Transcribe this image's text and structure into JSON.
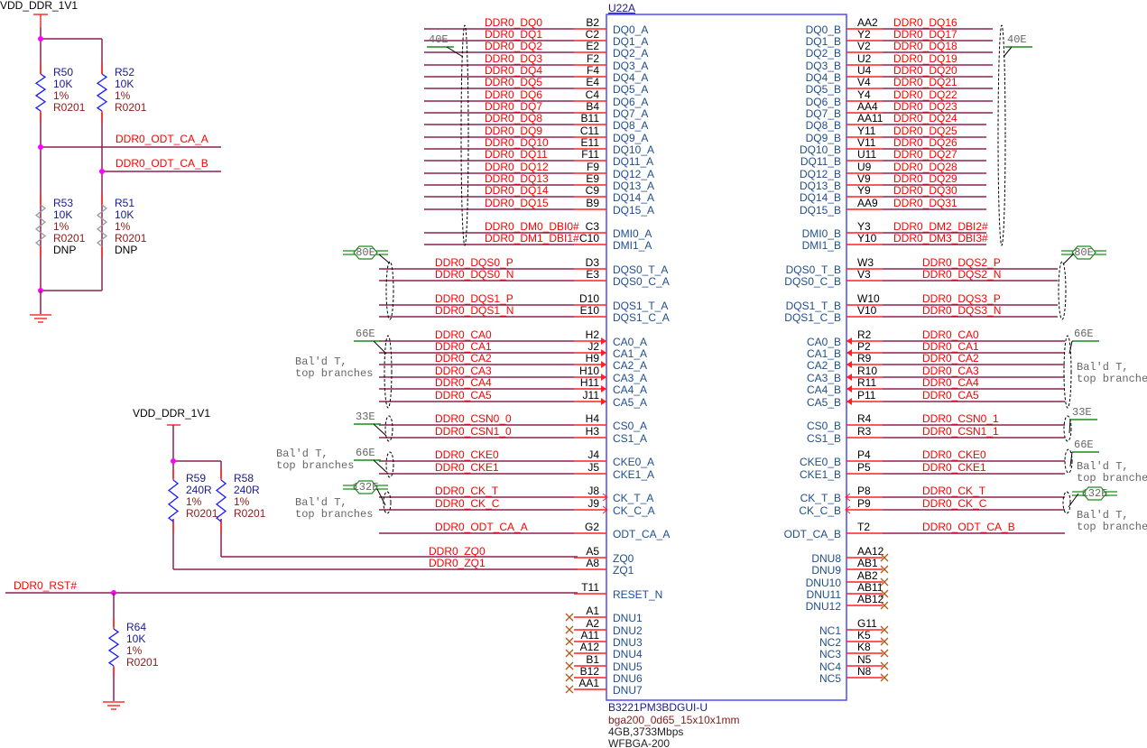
{
  "colors": {
    "wire": "#8b2252",
    "pin": "#ff2020",
    "net_label": "#ff0000",
    "pin_name": "#1f4e8c",
    "body": "#4a4aff",
    "junction": "#ff00ff",
    "refdes": "#1a1a8c",
    "value_red": "#8b1a1a",
    "resistor_active": "#1a1aff",
    "resistor_dnp": "#999999",
    "dnc_x": "#b05a1a",
    "impedance": "#1a8c1a",
    "annotation": "#666666",
    "text": "#000000"
  },
  "ic": {
    "refdes": "U22A",
    "part_number": "B3221PM3BDGUI-U",
    "footprint": "bga200_0d65_15x10x1mm",
    "description": "4GB,3733Mbps",
    "package": "WFBGA-200",
    "left_pins": [
      {
        "pin": "B2",
        "name": "DQ0_A",
        "net": "DDR0_DQ0"
      },
      {
        "pin": "C2",
        "name": "DQ1_A",
        "net": "DDR0_DQ1"
      },
      {
        "pin": "E2",
        "name": "DQ2_A",
        "net": "DDR0_DQ2"
      },
      {
        "pin": "F2",
        "name": "DQ3_A",
        "net": "DDR0_DQ3"
      },
      {
        "pin": "F4",
        "name": "DQ4_A",
        "net": "DDR0_DQ4"
      },
      {
        "pin": "E4",
        "name": "DQ5_A",
        "net": "DDR0_DQ5"
      },
      {
        "pin": "C4",
        "name": "DQ6_A",
        "net": "DDR0_DQ6"
      },
      {
        "pin": "B4",
        "name": "DQ7_A",
        "net": "DDR0_DQ7"
      },
      {
        "pin": "B11",
        "name": "DQ8_A",
        "net": "DDR0_DQ8"
      },
      {
        "pin": "C11",
        "name": "DQ9_A",
        "net": "DDR0_DQ9"
      },
      {
        "pin": "E11",
        "name": "DQ10_A",
        "net": "DDR0_DQ10"
      },
      {
        "pin": "F11",
        "name": "DQ11_A",
        "net": "DDR0_DQ11"
      },
      {
        "pin": "F9",
        "name": "DQ12_A",
        "net": "DDR0_DQ12"
      },
      {
        "pin": "E9",
        "name": "DQ13_A",
        "net": "DDR0_DQ13"
      },
      {
        "pin": "C9",
        "name": "DQ14_A",
        "net": "DDR0_DQ14"
      },
      {
        "pin": "B9",
        "name": "DQ15_A",
        "net": "DDR0_DQ15"
      },
      {
        "pin": "C3",
        "name": "DMI0_A",
        "net": "DDR0_DM0_DBI0#"
      },
      {
        "pin": "C10",
        "name": "DMI1_A",
        "net": "DDR0_DM1_DBI1#"
      },
      {
        "pin": "D3",
        "name": "DQS0_T_A",
        "net": "DDR0_DQS0_P"
      },
      {
        "pin": "E3",
        "name": "DQS0_C_A",
        "net": "DDR0_DQS0_N"
      },
      {
        "pin": "D10",
        "name": "DQS1_T_A",
        "net": "DDR0_DQS1_P"
      },
      {
        "pin": "E10",
        "name": "DQS1_C_A",
        "net": "DDR0_DQS1_N"
      },
      {
        "pin": "H2",
        "name": "CA0_A",
        "net": "DDR0_CA0"
      },
      {
        "pin": "J2",
        "name": "CA1_A",
        "net": "DDR0_CA1"
      },
      {
        "pin": "H9",
        "name": "CA2_A",
        "net": "DDR0_CA2"
      },
      {
        "pin": "H10",
        "name": "CA3_A",
        "net": "DDR0_CA3"
      },
      {
        "pin": "H11",
        "name": "CA4_A",
        "net": "DDR0_CA4"
      },
      {
        "pin": "J11",
        "name": "CA5_A",
        "net": "DDR0_CA5"
      },
      {
        "pin": "H4",
        "name": "CS0_A",
        "net": "DDR0_CSN0_0"
      },
      {
        "pin": "H3",
        "name": "CS1_A",
        "net": "DDR0_CSN1_0"
      },
      {
        "pin": "J4",
        "name": "CKE0_A",
        "net": "DDR0_CKE0"
      },
      {
        "pin": "J5",
        "name": "CKE1_A",
        "net": "DDR0_CKE1"
      },
      {
        "pin": "J8",
        "name": "CK_T_A",
        "net": "DDR0_CK_T"
      },
      {
        "pin": "J9",
        "name": "CK_C_A",
        "net": "DDR0_CK_C"
      },
      {
        "pin": "G2",
        "name": "ODT_CA_A",
        "net": "DDR0_ODT_CA_A"
      },
      {
        "pin": "A5",
        "name": "ZQ0",
        "net": "DDR0_ZQ0"
      },
      {
        "pin": "A8",
        "name": "ZQ1",
        "net": "DDR0_ZQ1"
      },
      {
        "pin": "T11",
        "name": "RESET_N",
        "net": ""
      },
      {
        "pin": "A1",
        "name": "DNU1",
        "net": ""
      },
      {
        "pin": "A2",
        "name": "DNU2",
        "net": ""
      },
      {
        "pin": "A11",
        "name": "DNU3",
        "net": ""
      },
      {
        "pin": "A12",
        "name": "DNU4",
        "net": ""
      },
      {
        "pin": "B1",
        "name": "DNU5",
        "net": ""
      },
      {
        "pin": "B12",
        "name": "DNU6",
        "net": ""
      },
      {
        "pin": "AA1",
        "name": "DNU7",
        "net": ""
      }
    ],
    "right_pins": [
      {
        "pin": "AA2",
        "name": "DQ0_B",
        "net": "DDR0_DQ16"
      },
      {
        "pin": "Y2",
        "name": "DQ1_B",
        "net": "DDR0_DQ17"
      },
      {
        "pin": "V2",
        "name": "DQ2_B",
        "net": "DDR0_DQ18"
      },
      {
        "pin": "U2",
        "name": "DQ3_B",
        "net": "DDR0_DQ19"
      },
      {
        "pin": "U4",
        "name": "DQ4_B",
        "net": "DDR0_DQ20"
      },
      {
        "pin": "V4",
        "name": "DQ5_B",
        "net": "DDR0_DQ21"
      },
      {
        "pin": "Y4",
        "name": "DQ6_B",
        "net": "DDR0_DQ22"
      },
      {
        "pin": "AA4",
        "name": "DQ7_B",
        "net": "DDR0_DQ23"
      },
      {
        "pin": "AA11",
        "name": "DQ8_B",
        "net": "DDR0_DQ24"
      },
      {
        "pin": "Y11",
        "name": "DQ9_B",
        "net": "DDR0_DQ25"
      },
      {
        "pin": "V11",
        "name": "DQ10_B",
        "net": "DDR0_DQ26"
      },
      {
        "pin": "U11",
        "name": "DQ11_B",
        "net": "DDR0_DQ27"
      },
      {
        "pin": "U9",
        "name": "DQ12_B",
        "net": "DDR0_DQ28"
      },
      {
        "pin": "V9",
        "name": "DQ13_B",
        "net": "DDR0_DQ29"
      },
      {
        "pin": "Y9",
        "name": "DQ14_B",
        "net": "DDR0_DQ30"
      },
      {
        "pin": "AA9",
        "name": "DQ15_B",
        "net": "DDR0_DQ31"
      },
      {
        "pin": "Y3",
        "name": "DMI0_B",
        "net": "DDR0_DM2_DBI2#"
      },
      {
        "pin": "Y10",
        "name": "DMI1_B",
        "net": "DDR0_DM3_DBI3#"
      },
      {
        "pin": "W3",
        "name": "DQS0_T_B",
        "net": "DDR0_DQS2_P"
      },
      {
        "pin": "V3",
        "name": "DQS0_C_B",
        "net": "DDR0_DQS2_N"
      },
      {
        "pin": "W10",
        "name": "DQS1_T_B",
        "net": "DDR0_DQS3_P"
      },
      {
        "pin": "V10",
        "name": "DQS1_C_B",
        "net": "DDR0_DQS3_N"
      },
      {
        "pin": "R2",
        "name": "CA0_B",
        "net": "DDR0_CA0"
      },
      {
        "pin": "P2",
        "name": "CA1_B",
        "net": "DDR0_CA1"
      },
      {
        "pin": "R9",
        "name": "CA2_B",
        "net": "DDR0_CA2"
      },
      {
        "pin": "R10",
        "name": "CA3_B",
        "net": "DDR0_CA3"
      },
      {
        "pin": "R11",
        "name": "CA4_B",
        "net": "DDR0_CA4"
      },
      {
        "pin": "P11",
        "name": "CA5_B",
        "net": "DDR0_CA5"
      },
      {
        "pin": "R4",
        "name": "CS0_B",
        "net": "DDR0_CSN0_1"
      },
      {
        "pin": "R3",
        "name": "CS1_B",
        "net": "DDR0_CSN1_1"
      },
      {
        "pin": "P4",
        "name": "CKE0_B",
        "net": "DDR0_CKE0"
      },
      {
        "pin": "P5",
        "name": "CKE1_B",
        "net": "DDR0_CKE1"
      },
      {
        "pin": "P8",
        "name": "CK_T_B",
        "net": "DDR0_CK_T"
      },
      {
        "pin": "P9",
        "name": "CK_C_B",
        "net": "DDR0_CK_C"
      },
      {
        "pin": "T2",
        "name": "ODT_CA_B",
        "net": "DDR0_ODT_CA_B"
      },
      {
        "pin": "AA12",
        "name": "DNU8",
        "net": ""
      },
      {
        "pin": "AB1",
        "name": "DNU9",
        "net": ""
      },
      {
        "pin": "AB2",
        "name": "DNU10",
        "net": ""
      },
      {
        "pin": "AB11",
        "name": "DNU11",
        "net": ""
      },
      {
        "pin": "AB12",
        "name": "DNU12",
        "net": ""
      },
      {
        "pin": "G11",
        "name": "NC1",
        "net": ""
      },
      {
        "pin": "K5",
        "name": "NC2",
        "net": ""
      },
      {
        "pin": "K8",
        "name": "NC3",
        "net": ""
      },
      {
        "pin": "N5",
        "name": "NC4",
        "net": ""
      },
      {
        "pin": "N8",
        "name": "NC5",
        "net": ""
      }
    ]
  },
  "power": {
    "vdd1": "VDD_DDR_1V1",
    "vdd2": "VDD_DDR_1V1"
  },
  "nets": {
    "odt_a": "DDR0_ODT_CA_A",
    "odt_b": "DDR0_ODT_CA_B",
    "rst": "DDR0_RST#"
  },
  "resistors": {
    "R50": {
      "ref": "R50",
      "value": "10K",
      "tol": "1%",
      "pkg": "R0201",
      "dnp": ""
    },
    "R52": {
      "ref": "R52",
      "value": "10K",
      "tol": "1%",
      "pkg": "R0201",
      "dnp": ""
    },
    "R53": {
      "ref": "R53",
      "value": "10K",
      "tol": "1%",
      "pkg": "R0201",
      "dnp": "DNP"
    },
    "R51": {
      "ref": "R51",
      "value": "10K",
      "tol": "1%",
      "pkg": "R0201",
      "dnp": "DNP"
    },
    "R59": {
      "ref": "R59",
      "value": "240R",
      "tol": "1%",
      "pkg": "R0201",
      "dnp": ""
    },
    "R58": {
      "ref": "R58",
      "value": "240R",
      "tol": "1%",
      "pkg": "R0201",
      "dnp": ""
    },
    "R64": {
      "ref": "R64",
      "value": "10K",
      "tol": "1%",
      "pkg": "R0201",
      "dnp": ""
    }
  },
  "annotations": {
    "imp_40": "40E",
    "imp_80": "80E",
    "imp_66": "66E",
    "imp_33": "33E",
    "imp_132": "132E",
    "balanced_l1": "Bal'd T,",
    "balanced_l2": "top branches"
  }
}
